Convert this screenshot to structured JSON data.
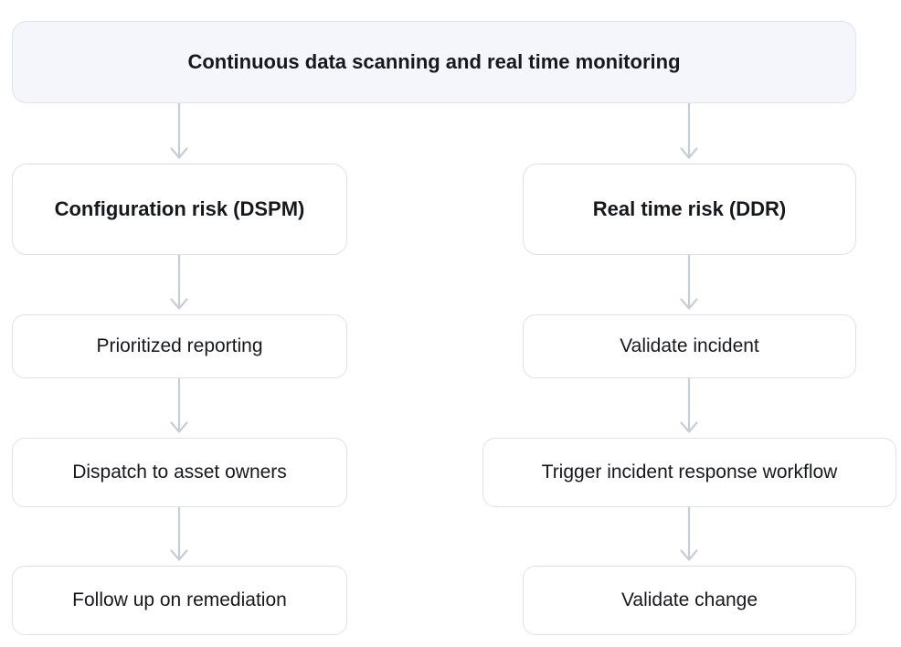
{
  "diagram": {
    "type": "flowchart",
    "title": "Continuous data scanning and real time monitoring",
    "orientation": "top-down, two parallel branches",
    "colors": {
      "header_fill": "#f4f6fb",
      "node_fill": "#ffffff",
      "node_border": "#dde1ea",
      "arrow": "#c6cdda",
      "text": "#16181d"
    },
    "header": {
      "label": "Continuous data scanning and real time monitoring"
    },
    "branches": [
      {
        "name": "configuration-risk-branch",
        "steps": [
          {
            "label": "Configuration risk (DSPM)",
            "emphasis": "bold"
          },
          {
            "label": "Prioritized reporting",
            "emphasis": "regular"
          },
          {
            "label": "Dispatch to asset owners",
            "emphasis": "regular"
          },
          {
            "label": "Follow up on remediation",
            "emphasis": "regular"
          }
        ]
      },
      {
        "name": "real-time-risk-branch",
        "steps": [
          {
            "label": "Real time risk (DDR)",
            "emphasis": "bold"
          },
          {
            "label": "Validate incident",
            "emphasis": "regular"
          },
          {
            "label": "Trigger incident response workflow",
            "emphasis": "regular"
          },
          {
            "label": "Validate change",
            "emphasis": "regular"
          }
        ]
      }
    ],
    "connectors": [
      {
        "name": "header-to-configuration-risk"
      },
      {
        "name": "header-to-real-time-risk"
      },
      {
        "name": "configuration-risk-to-prioritized-reporting"
      },
      {
        "name": "real-time-risk-to-validate-incident"
      },
      {
        "name": "prioritized-reporting-to-dispatch"
      },
      {
        "name": "validate-incident-to-trigger-workflow"
      },
      {
        "name": "dispatch-to-follow-up"
      },
      {
        "name": "trigger-workflow-to-validate-change"
      }
    ]
  }
}
